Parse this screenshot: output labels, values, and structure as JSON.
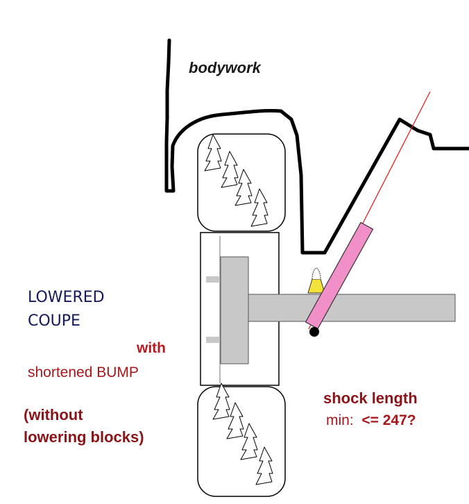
{
  "labels": {
    "bodywork": "bodywork",
    "lowered_line1": "LOWERED",
    "lowered_line2": "COUPE",
    "with": "with",
    "shortened_bump": "shortened BUMP",
    "without_line1": "(without",
    "without_line2": "lowering blocks)",
    "shock_length": "shock length",
    "min_prefix": "min:",
    "min_value": "<= 247?"
  },
  "colors": {
    "bodywork_line": "#000000",
    "outline": "#000000",
    "hub": "#c8c8c8",
    "axle": "#c8c8c8",
    "shock": "#f08fc8",
    "bump_stop": "#f2e23a",
    "red_line": "#e02020",
    "dark_blue_text": "#14195c",
    "red_text": "#b81a1f"
  },
  "icons": {
    "tread_marks": "zigzag-tread-icon",
    "shock_mount": "round-mount-icon"
  }
}
